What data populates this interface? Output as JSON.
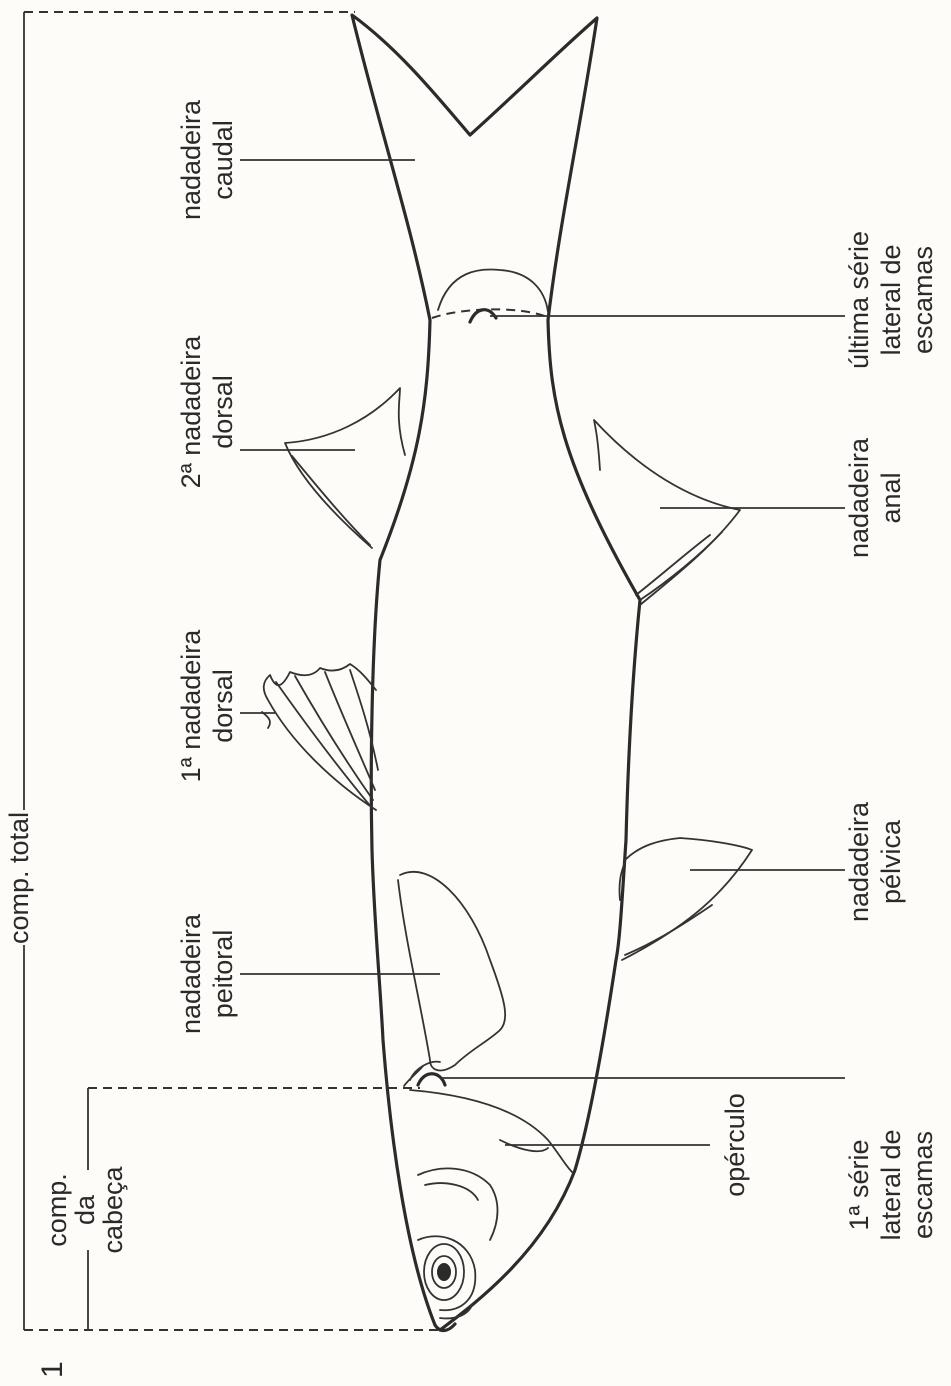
{
  "figure_number": "1",
  "labels": {
    "comp_total": "comp. total",
    "comp_cabeca": [
      "comp.",
      "da",
      "cabeça"
    ],
    "nadadeira_caudal": [
      "nadadeira",
      "caudal"
    ],
    "ultima_serie": [
      "última série",
      "lateral de",
      "escamas"
    ],
    "segunda_dorsal": [
      "2ª nadadeira",
      "dorsal"
    ],
    "anal": [
      "nadadeira",
      "anal"
    ],
    "primeira_dorsal": [
      "1ª nadadeira",
      "dorsal"
    ],
    "pelvica": [
      "nadadeira",
      "pélvica"
    ],
    "peitoral": [
      "nadadeira",
      "peitoral"
    ],
    "primeira_serie": [
      "1ª série",
      "lateral de",
      "escamas"
    ],
    "operculo": "opérculo"
  }
}
